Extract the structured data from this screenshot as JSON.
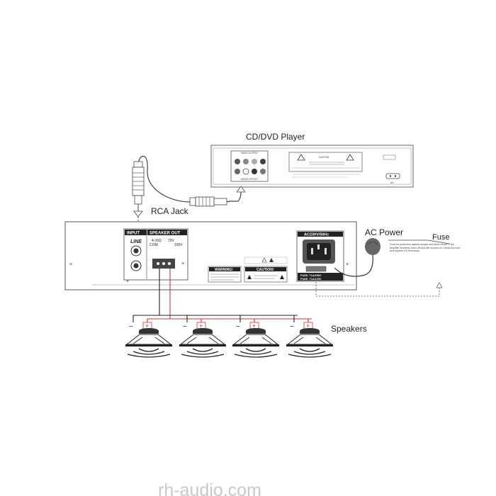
{
  "labels": {
    "player": "CD/DVD Player",
    "rca_jack": "RCA Jack",
    "ac_power": "AC Power",
    "fuse": "Fuse",
    "speakers": "Speakers"
  },
  "amplifier": {
    "input_label": "INPUT",
    "speaker_out_label": "SPEAKER OUT",
    "line_label": "LINE",
    "com_label": "COM",
    "ohm_label": "4-16Ω",
    "v70_label": "70V",
    "v100_label": "100V",
    "warning_label": "WARNING!",
    "caution_label": "CAUTION!",
    "ac_rating": "AC230V/50Hz",
    "fuse_rating_1": "FUSE: T1A/250V",
    "fuse_rating_2": "FUSE: T1A/125V"
  },
  "player_panel": {
    "video_output_label": "VIDEO OUTPUT",
    "audio_output_label": "AUDIO OUTPUT",
    "caution_label": "CAUTION",
    "ac_label": "AC~"
  },
  "fuse_note": "Fuse for protection against surges and short circuit. If the amplifier suddenly turns off and will not turn on, check the fuse and replace it if necessary.",
  "watermark": "rh-audio.com"
}
